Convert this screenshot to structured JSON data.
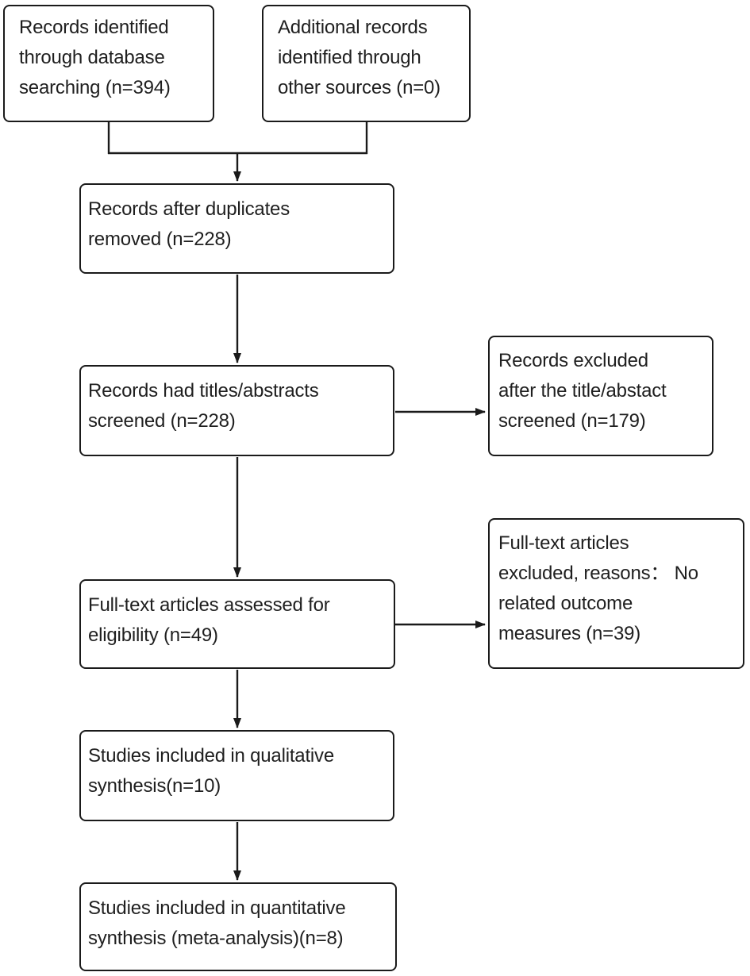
{
  "flowchart": {
    "background_color": "#ffffff",
    "line_color": "#1a1a1a",
    "text_color": "#1f1f1f",
    "boxes": [
      {
        "id": "records-identified-database",
        "text": "Records identified\nthrough database\nsearching (n=394)",
        "n": 394
      },
      {
        "id": "additional-records-other-sources",
        "text": "Additional records\nidentified through\nother sources (n=0)",
        "n": 0
      },
      {
        "id": "records-after-duplicates",
        "text": "Records after duplicates\nremoved (n=228)",
        "n": 228
      },
      {
        "id": "records-titles-abstracts-screened",
        "text": "Records had titles/abstracts\nscreened (n=228)",
        "n": 228
      },
      {
        "id": "records-excluded-title-abstract",
        "text": "Records excluded\nafter the title/abstact\nscreened (n=179)",
        "n": 179
      },
      {
        "id": "fulltext-assessed-eligibility",
        "text": "Full-text articles assessed for\neligibility (n=49)",
        "n": 49
      },
      {
        "id": "fulltext-excluded-reasons",
        "text": "Full-text articles\nexcluded, reasons： No\nrelated outcome\nmeasures (n=39)",
        "n": 39
      },
      {
        "id": "studies-qualitative-synthesis",
        "text": "Studies included in qualitative\nsynthesis(n=10)",
        "n": 10
      },
      {
        "id": "studies-quantitative-synthesis",
        "text": "Studies included in quantitative\nsynthesis (meta-analysis)(n=8)",
        "n": 8
      }
    ],
    "connections": [
      {
        "from": "records-identified-database",
        "to": "records-after-duplicates"
      },
      {
        "from": "additional-records-other-sources",
        "to": "records-after-duplicates"
      },
      {
        "from": "records-after-duplicates",
        "to": "records-titles-abstracts-screened"
      },
      {
        "from": "records-titles-abstracts-screened",
        "to": "records-excluded-title-abstract"
      },
      {
        "from": "records-titles-abstracts-screened",
        "to": "fulltext-assessed-eligibility"
      },
      {
        "from": "fulltext-assessed-eligibility",
        "to": "fulltext-excluded-reasons"
      },
      {
        "from": "fulltext-assessed-eligibility",
        "to": "studies-qualitative-synthesis"
      },
      {
        "from": "studies-qualitative-synthesis",
        "to": "studies-quantitative-synthesis"
      }
    ]
  }
}
